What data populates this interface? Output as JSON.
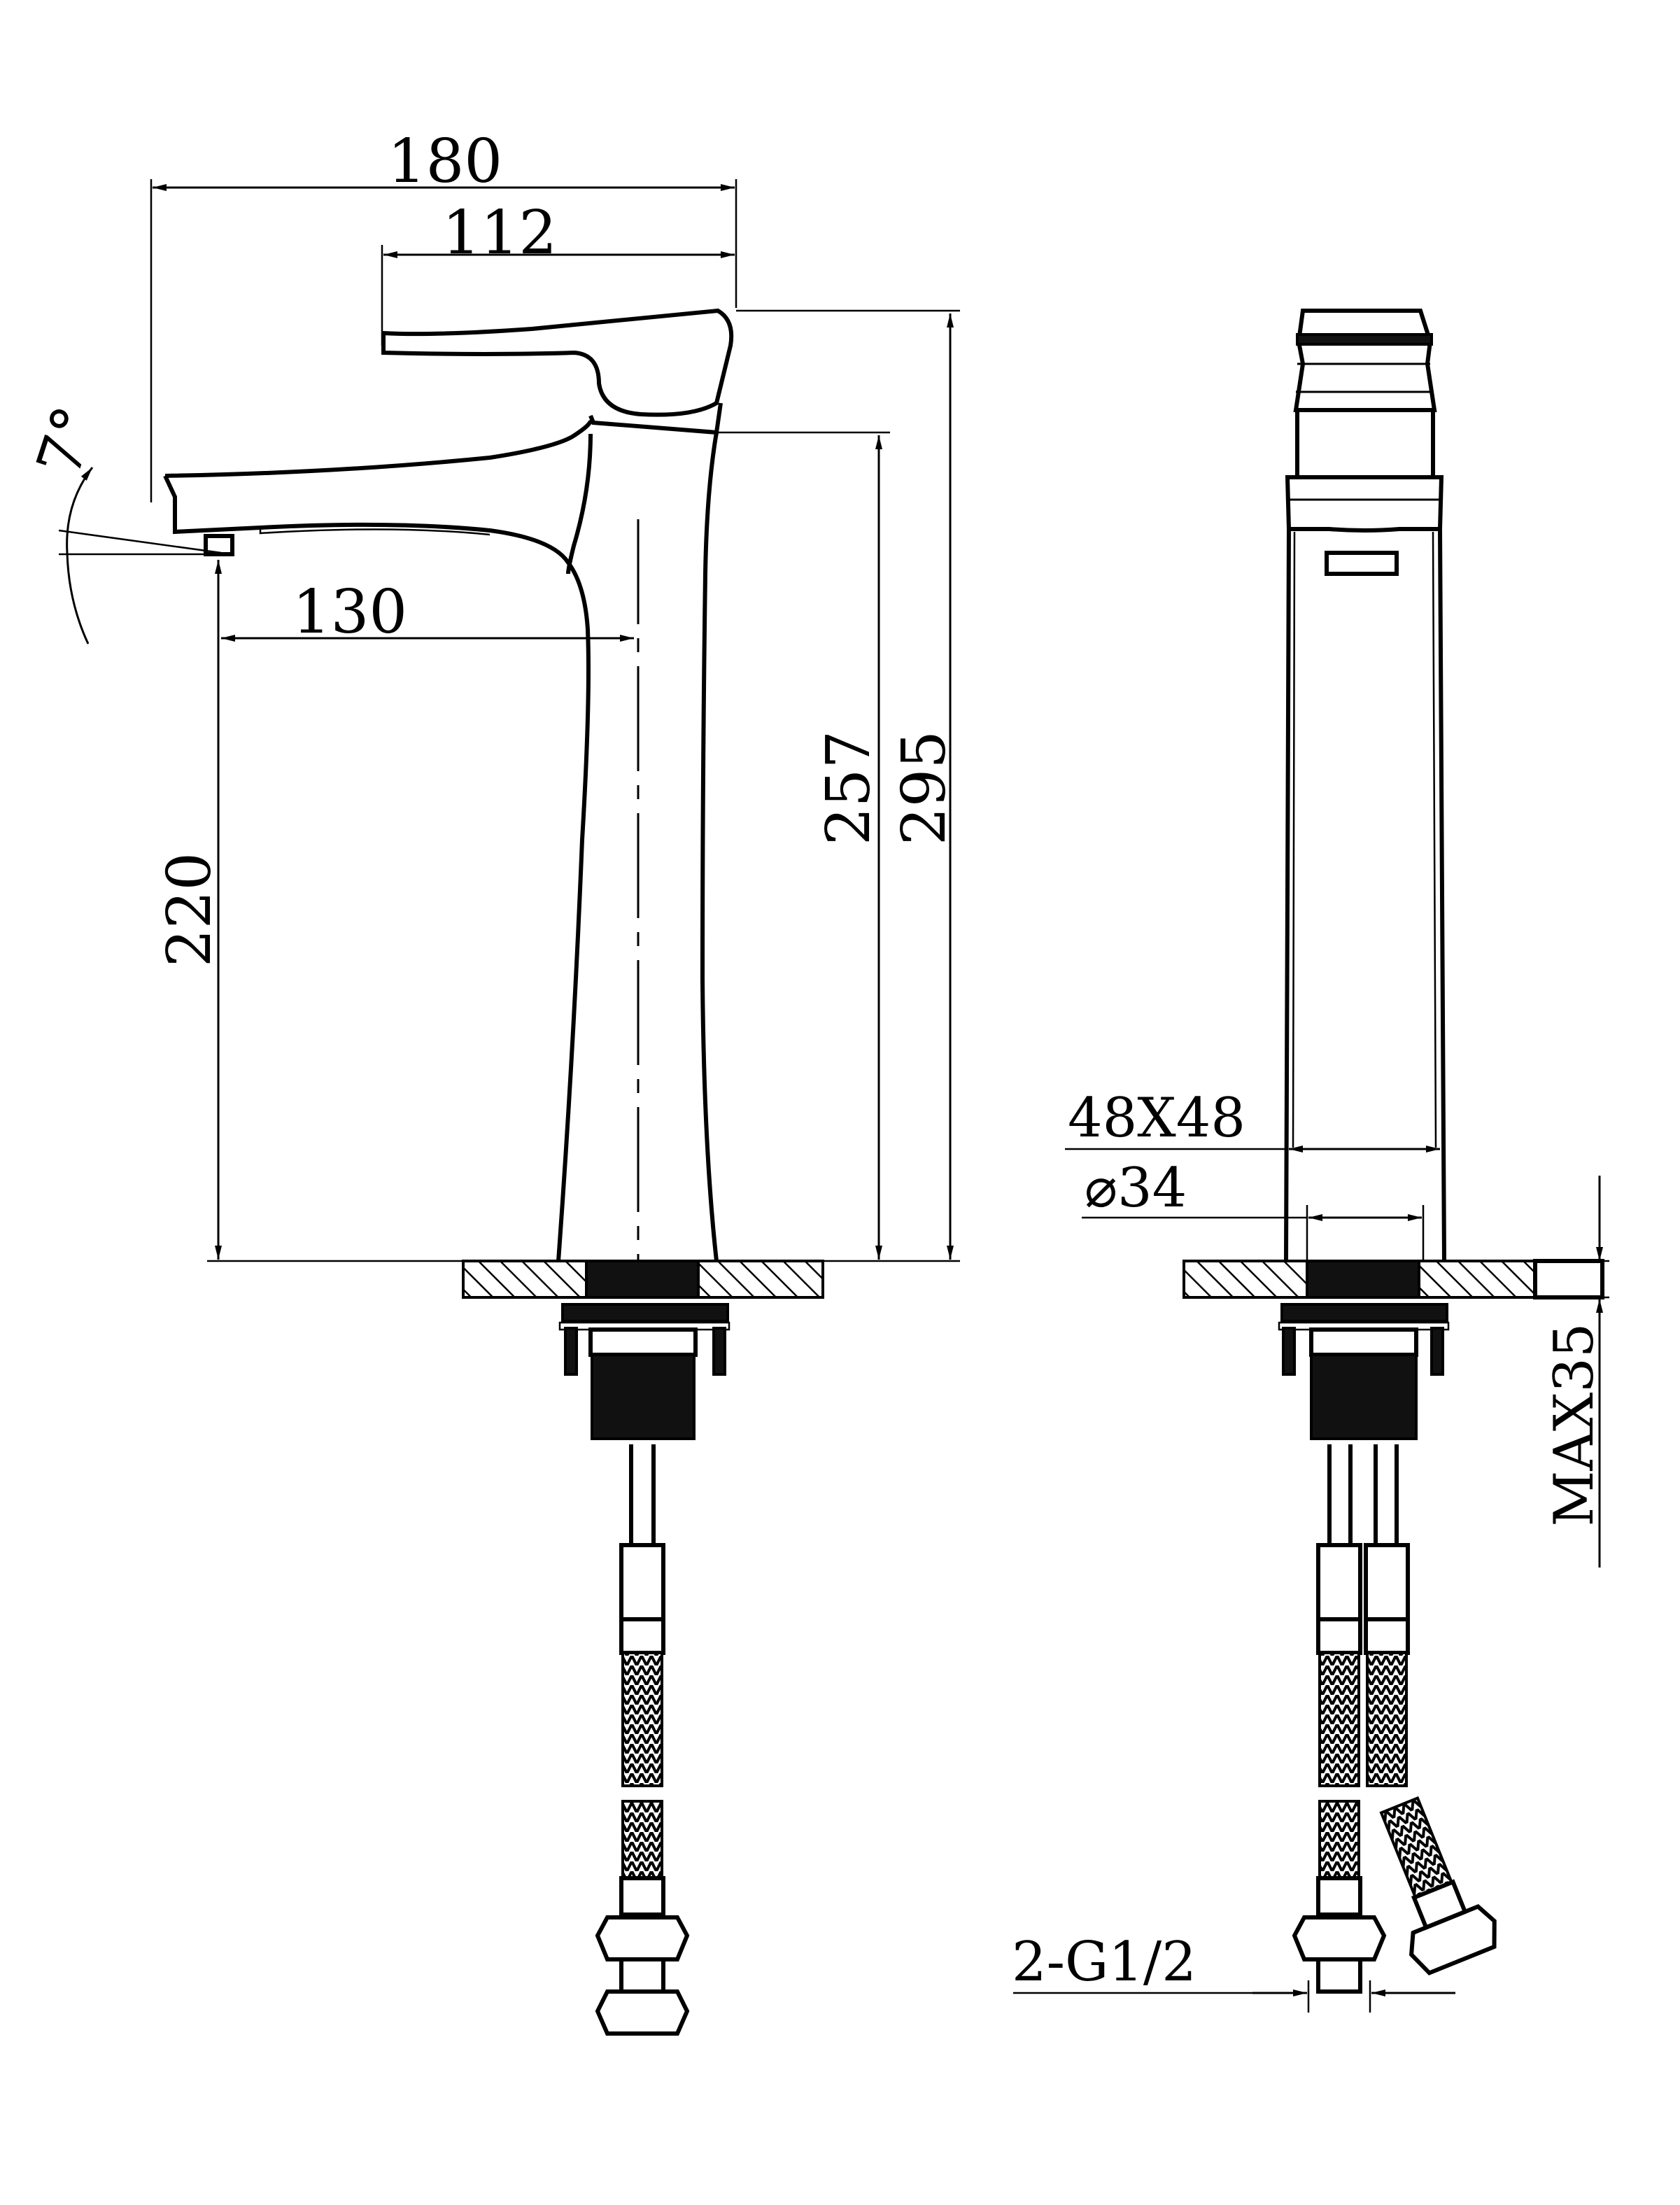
{
  "dimensions": {
    "overall_reach": "180",
    "handle_reach": "112",
    "spout_reach": "130",
    "handle_angle": "7°",
    "spout_height": "220",
    "body_height": "257",
    "total_height": "295",
    "base_size": "48X48",
    "base_diameter": "⌀34",
    "max_deck_thickness": "MAX35",
    "hose_thread": "2-G1/2"
  }
}
